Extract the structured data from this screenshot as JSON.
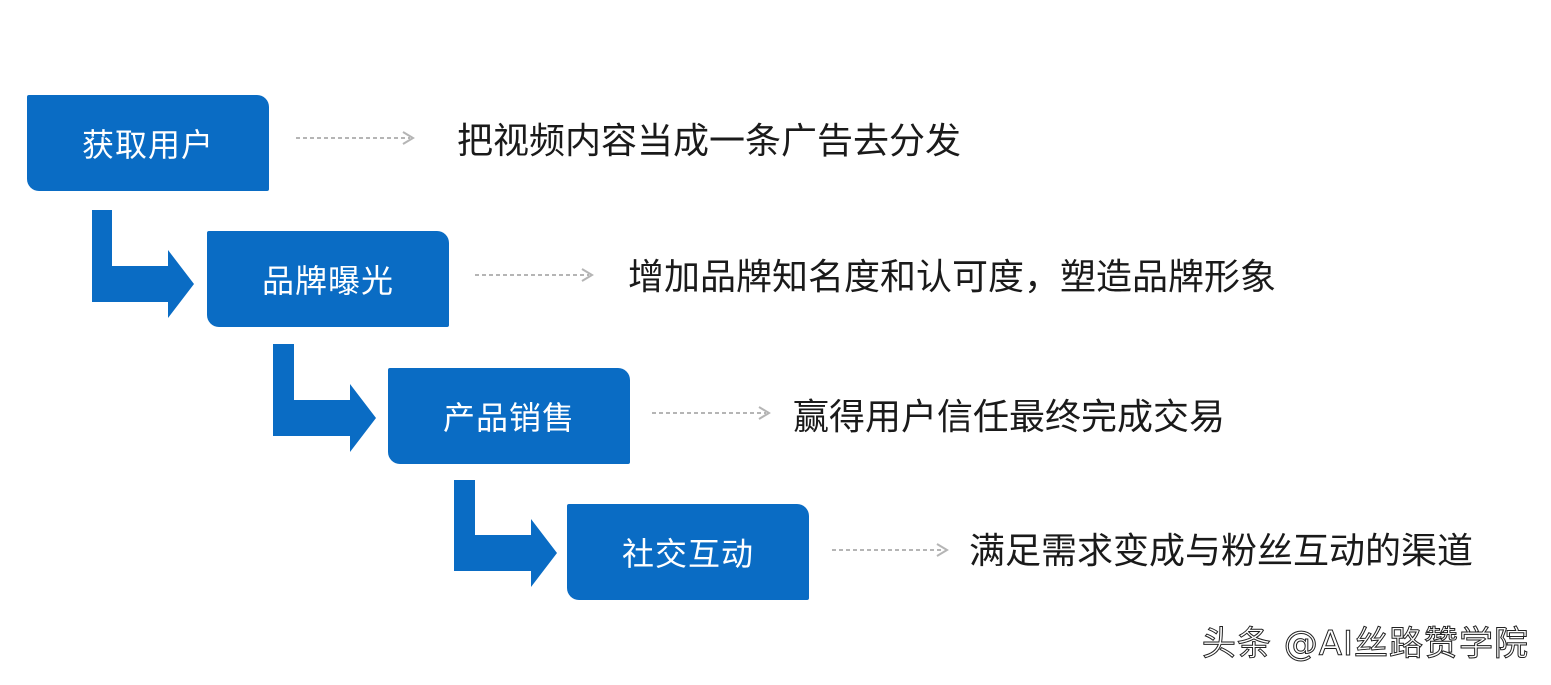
{
  "colors": {
    "box": "#0a6cc4",
    "box_text": "#ffffff",
    "description_text": "#1a1a1a",
    "dashed_arrow": "#b5b5b5"
  },
  "steps": [
    {
      "label": "获取用户",
      "description": "把视频内容当成一条广告去分发"
    },
    {
      "label": "品牌曝光",
      "description": "增加品牌知名度和认可度，塑造品牌形象"
    },
    {
      "label": "产品销售",
      "description": "赢得用户信任最终完成交易"
    },
    {
      "label": "社交互动",
      "description": "满足需求变成与粉丝互动的渠道"
    }
  ],
  "watermark": "头条 @AI丝路赞学院"
}
